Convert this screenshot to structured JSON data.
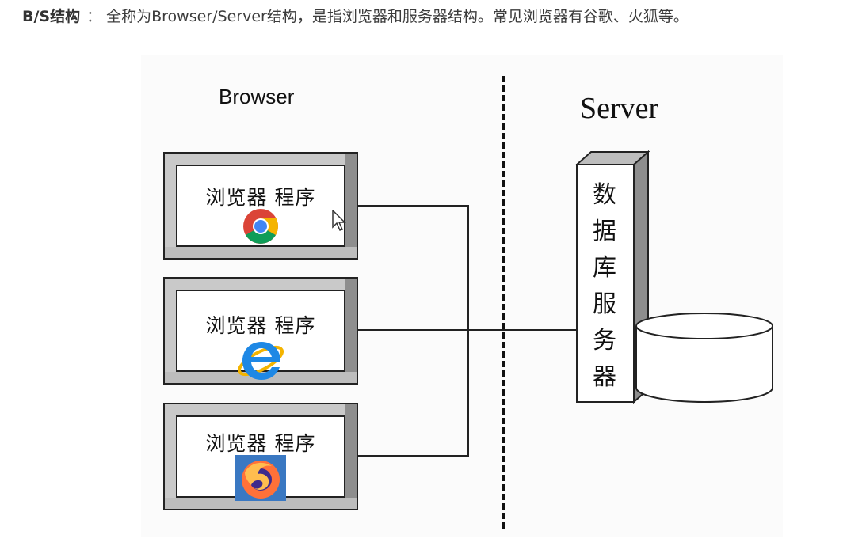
{
  "intro": {
    "term": "B/S结构",
    "separator": "：",
    "text": "全称为Browser/Server结构，是指浏览器和服务器结构。常见浏览器有谷歌、火狐等。"
  },
  "diagram": {
    "browser_label": "Browser",
    "server_label": "Server",
    "clients": [
      {
        "title": "浏览器 程序",
        "icon": "chrome-icon"
      },
      {
        "title": "浏览器 程序",
        "icon": "internet-explorer-icon"
      },
      {
        "title": "浏览器 程序",
        "icon": "firefox-icon"
      }
    ],
    "database_server_chars": [
      "数",
      "据",
      "库",
      "服",
      "务",
      "器"
    ],
    "database_icon": "database-cylinder-icon"
  },
  "colors": {
    "line": "#222222",
    "bevel_dark": "#8e8e8e",
    "bevel_light": "#c9c9c9",
    "chrome_red": "#db4437",
    "chrome_yellow": "#f4b400",
    "chrome_green": "#0f9d58",
    "chrome_blue": "#4285f4",
    "ie_blue": "#1e88e5",
    "ie_gold": "#f4b400",
    "firefox_orange": "#ff7139",
    "firefox_purple": "#3e2a8c"
  }
}
